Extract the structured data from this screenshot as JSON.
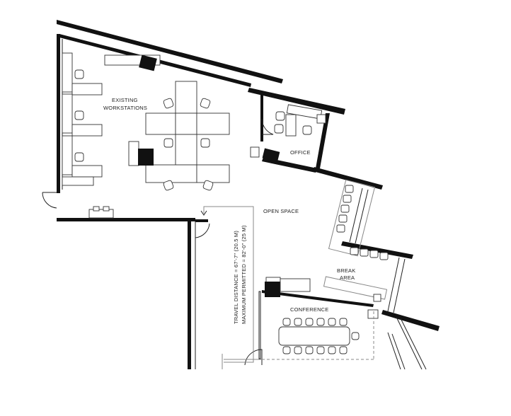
{
  "plan": {
    "rooms": {
      "existing_workstations_line1": "EXISTING",
      "existing_workstations_line2": "WORKSTATIONS",
      "office": "OFFICE",
      "open_space": "OPEN SPACE",
      "break_area_line1": "BREAK",
      "break_area_line2": "AREA",
      "conference": "CONFERENCE"
    },
    "egress": {
      "travel_distance": "TRAVEL DISTANCE = 67'-7\" (20.5 M)",
      "maximum_permitted": "MAXIMUM PERMITTED = 82'-0\" (25 M)"
    }
  }
}
